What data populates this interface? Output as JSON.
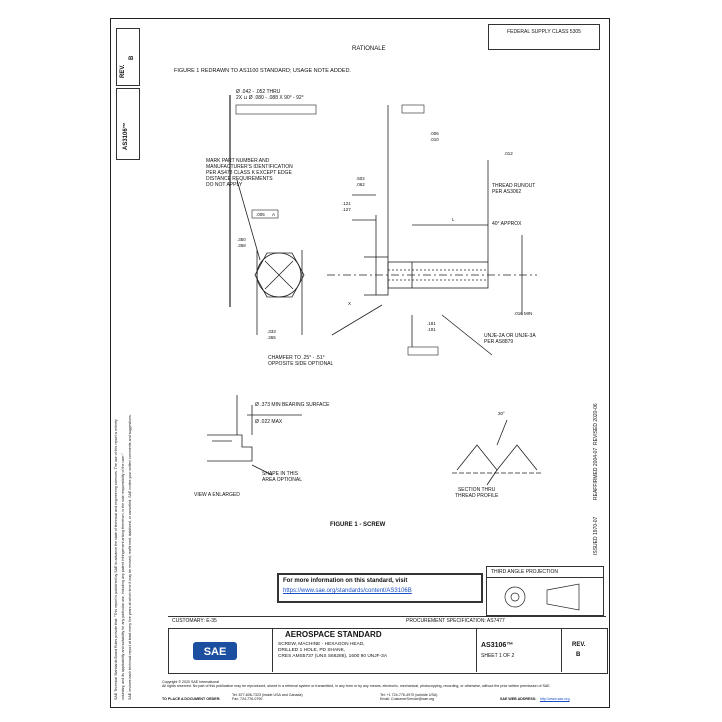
{
  "left_margin": {
    "rev_label": "REV.",
    "rev_value": "B",
    "doc_number": "AS3106™",
    "policy_text": [
      "SAE Technical Standards Board Rules provide that: \"This report is published by SAE to advance the state of technical and engineering sciences. The use of this report is entirely",
      "voluntary, and its applicability and suitability for any particular use, including any patent infringement arising therefrom, is the sole responsibility of the user.\"",
      "SAE reviews each technical report at least every five years at which time it may be revised, reaffirmed, stabilized, or cancelled. SAE invites your written comments and suggestions."
    ]
  },
  "right_margin": {
    "issued": "ISSUED 1970-07",
    "reaffirmed": "REAFFIRMED 2004-07",
    "revised": "REVISED 2020-06"
  },
  "header": {
    "tag_box": "FEDERAL SUPPLY CLASS 5305",
    "rationale": "RATIONALE",
    "figure_note": "FIGURE 1 REDRAWN TO AS1100 STANDARD; USAGE NOTE ADDED."
  },
  "drawing": {
    "dia_callout": [
      "Ø .042 - .052 THRU",
      "2X ⊔ Ø .080 - .088 X 90° - 92°"
    ],
    "mark_note": [
      "MARK PART NUMBER AND",
      "MANUFACTURER'S IDENTIFICATION",
      "PER AS478 CLASS K EXCEPT EDGE",
      "DISTANCE REQUIREMENTS",
      "DO NOT APPLY"
    ],
    "thread_runout": [
      "THREAD RUNOUT",
      "PER AS3062"
    ],
    "approx_40": "40° APPROX",
    "thread_spec": [
      "UNJE-2A OR UNJE-3A",
      "PER AS8879"
    ],
    "chamfer_note": [
      "CHAMFER TO .25° - .51°",
      "OPPOSITE SIDE OPTIONAL"
    ],
    "bearing_surface": "Ø .373 MIN BEARING SURFACE",
    "max_dia": "Ø .022 MAX",
    "shape_note": [
      "SHAPE IN THIS",
      "AREA OPTIONAL"
    ],
    "view_label": "VIEW A ENLARGED",
    "section_label": [
      "SECTION THRU",
      "THREAD PROFILE"
    ],
    "figure_caption": "FIGURE 1 - SCREW",
    "dims": {
      "d1": ".006",
      "d2": ".010",
      "d3": ".350",
      "d4": ".358",
      "d5": ".121",
      "d6": ".127",
      "d7": ".333",
      "d8": ".365",
      "d9": ".502",
      "d10": ".062",
      "d11": ".181",
      "d12": ".191",
      "d13": ".016 MIN",
      "d14": "L",
      "d15": ".005",
      "d16": "A",
      "d17": "X",
      "d18": "30°",
      "d19": ".012"
    }
  },
  "info_box": {
    "title": "For more information on this standard, visit",
    "link": "https://www.sae.org/standards/content/AS3106B"
  },
  "projection_label": "THIRD ANGLE PROJECTION",
  "customary": "CUSTOMARY: E-35",
  "procurement": "PROCUREMENT SPECIFICATION: AS7477",
  "title_block": {
    "heading": "AEROSPACE STANDARD",
    "desc": [
      "SCREW, MACHINE - HEXAGON HEAD,",
      "DRILLED 1 HOLE, PD SHANK,",
      "CRES AMS5737 (UNS S66286), 1600 90 UNJF-3A"
    ],
    "number": "AS3106™",
    "sheet": "SHEET 1 OF 2",
    "rev_label": "REV.",
    "rev_value": "B",
    "logo": "SAE"
  },
  "footer": {
    "copyright": "Copyright © 2020 SAE International",
    "rights": "All rights reserved. No part of this publication may be reproduced, stored in a retrieval system or transmitted, in any form or by any means, electronic, mechanical, photocopying, recording, or otherwise, without the prior written permission of SAE.",
    "order": "TO PLACE A DOCUMENT ORDER:",
    "tel": "Tel: 877-606-7323 (inside USA and Canada)",
    "tel2": "Tel: +1 724-776-4970 (outside USA)",
    "fax": "Fax: 724-776-0790",
    "email": "Email: CustomerService@sae.org",
    "web": "http://www.sae.org",
    "feedback": "SAE WEB ADDRESS:"
  }
}
